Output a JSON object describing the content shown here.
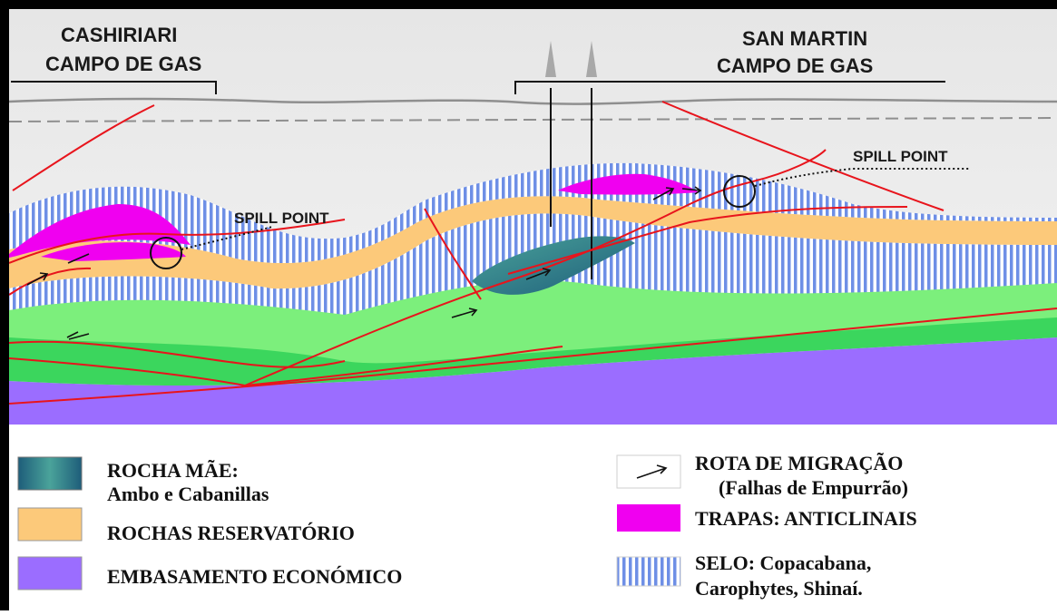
{
  "fields": {
    "cashiriari": [
      "CASHIRIARI",
      "CAMPO DE GAS"
    ],
    "san_martin": [
      "SAN MARTIN",
      "CAMPO DE GAS"
    ]
  },
  "spill_points": [
    "SPILL POINT",
    "SPILL POINT"
  ],
  "legend": {
    "source_rock": {
      "title": "ROCHA MÃE:",
      "subtitle": "Ambo e Cabanillas",
      "color_top": "#4aa39a",
      "color_bottom": "#1e5d7a"
    },
    "reservoir": {
      "label": "ROCHAS RESERVATÓRIO",
      "color": "#fcc97a"
    },
    "basement": {
      "label": "EMBASAMENTO ECONÓMICO",
      "color": "#9b6dff"
    },
    "migration": {
      "title": "ROTA DE MIGRAÇÃO",
      "subtitle": "(Falhas de Empurrão)"
    },
    "traps": {
      "label": "TRAPAS: ANTICLINAIS",
      "color": "#f000f0"
    },
    "seal": {
      "title": "SELO: Copacabana,",
      "subtitle": "Carophytes, Shinaí.",
      "stripe_color": "#6e8fe6"
    }
  },
  "colors": {
    "sky": "#e2e2e2",
    "fault": "#e8141c",
    "green_light": "#7cef7c",
    "green_dark": "#3bd65d",
    "seal_blue": "#6e8fe6",
    "reservoir": "#fcc97a",
    "basement": "#9b6dff",
    "trap": "#f000f0"
  }
}
